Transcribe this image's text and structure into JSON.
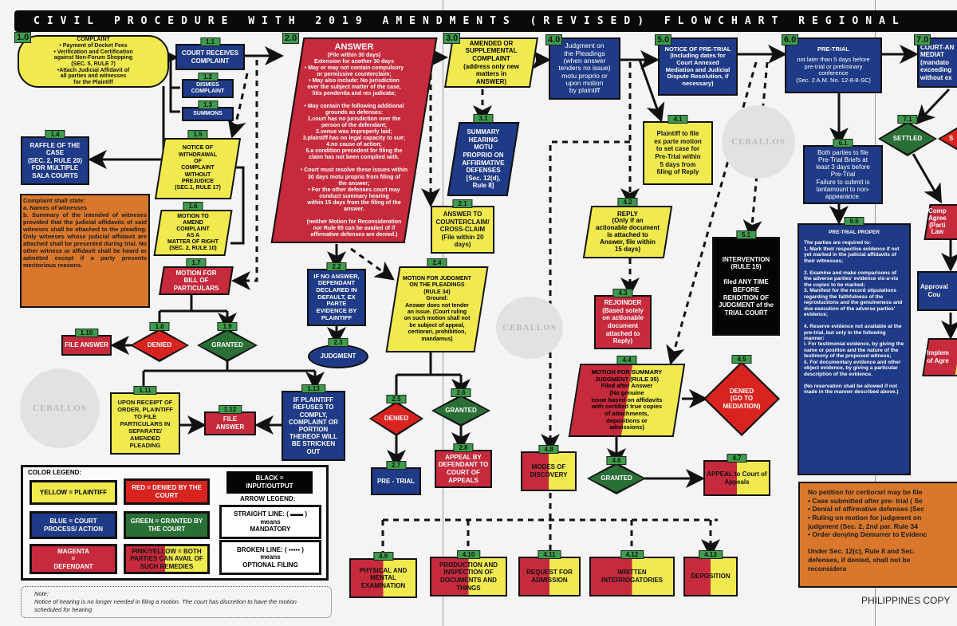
{
  "title": "CIVIL PROCEDURE WITH 2019 AMENDMENTS (REVISED) FLOWCHART REGIONAL",
  "watermark": "CEBALLOS",
  "colors": {
    "plaintiff": "#f1ea4e",
    "court": "#1f3a86",
    "defendant": "#c62a3c",
    "denied": "#d8231f",
    "granted": "#2a6f35",
    "note": "#d9782c",
    "io": "#050505",
    "tag": "#3e9d4c"
  },
  "nodes": {
    "n1_0": {
      "num": "1.0",
      "text": "COMPLAINT\n• Payment of Docket Fees\n• Verification and Certification\nagainst Non-Forum Shopping\n(SEC. 5, RULE 7)\n•Attach Judicial Affidavit of\nall parties and witnesses\nfor the Plaintiff"
    },
    "n1_1": {
      "num": "1.1",
      "text": "COURT RECEIVES\nCOMPLAINT"
    },
    "n1_2": {
      "num": "1.2",
      "text": "DISMISS\nCOMPLAINT"
    },
    "n1_3": {
      "num": "1.3",
      "text": "SUMMONS"
    },
    "n1_4": {
      "num": "1.4",
      "text": "RAFFLE OF THE\nCASE\n(SEC. 2, RULE 20)\nFOR MULTIPLE\nSALA COURTS"
    },
    "n1_5": {
      "num": "1.5",
      "text": "NOTICE OF\nWITHDRAWAL\nOF\nCOMPLAINT\nWITHOUT\nPREJUDICE\n(SEC.1, RULE 17)"
    },
    "n1_6": {
      "num": "1.6",
      "text": "MOTION TO\nAMEND\nCOMPLAINT\nAS A\nMATTER OF RIGHT\n(SEC. 2, RULE 10)"
    },
    "n1_7": {
      "num": "1.7",
      "text": "MOTION FOR\nBILL OF\nPARTICULARS"
    },
    "n1_8": {
      "num": "1.8",
      "text": "DENIED"
    },
    "n1_9": {
      "num": "1.9",
      "text": "GRANTED"
    },
    "n1_10": {
      "num": "1.10",
      "text": "FILE ANSWER"
    },
    "n1_11": {
      "num": "1.11",
      "text": "UPON RECEIPT OF\nORDER, PLAINTIFF\nTO FILE\nPARTICULARS IN\nSEPARATE/\nAMENDED\nPLEADING"
    },
    "n1_12": {
      "num": "1.12",
      "text": "FILE\nANSWER"
    },
    "n1_13": {
      "num": "1.13",
      "text": "IF PLAINTIFF\nREFUSES TO\nCOMPLY,\nCOMPLAINT OR\nPORTION\nTHEREOF WILL\nBE STRICKEN\nOUT"
    },
    "complaint_note": {
      "text": "Complaint shall state:\na. Names of witnesses\nb. Summary of the intended of witneses provided that the judicial affidavits of said witneses shall be attached to the pleading. Only witneses whose judicial affidavit are attached shall be presented during trial. No other witness or affidavit shall be heard or admitted except if a party presents meritorious reasons."
    },
    "n2_0": {
      "num": "2.0",
      "title": "ANSWER",
      "text": "(File within 30 days)\nExtension for another 30 days\n• May or may not contain compulsory\nor permissive counterclaim;\n• May also include: No jurisdiction\nover the subject matter of the case,\nlitis pendentia and res judicata;\n\n• May contain the following additional\ngrounds as defenses:\n1.court has no jurisdiction over the\nperson of the defendant;\n2.venue was improperly laid;\n3.plaintiff has no legal capacity to sue;\n4.no cause of action;\n5.a condition precedent for filing the\nclaim has not been complied with.\n\n• Court must resolve these issues within\n30 days motu proprio from filing of\nthe answer;\n• For the other defenses court may\nconduct summary hearing\nwithin 15 days from the filing of the\nanswer.\n\n(neither Motion for Reconsideration\nnor Rule 65 can be availed of if\naffirmative defenses are denied.)"
    },
    "n2_1": {
      "num": "2.1",
      "text": "ANSWER TO\nCOUNTERCLAIM/\nCROSS-CLAIM\n(File within 20\ndays)"
    },
    "n2_2": {
      "num": "2.2",
      "text": "IF NO ANSWER,\nDEFENDANT\nDECLARED IN\nDEFAULT, EX\nPARTE\nEVIDENCE BY\nPLAINTIFF"
    },
    "n2_3": {
      "num": "2.3",
      "text": "JUDGMENT"
    },
    "n2_4": {
      "num": "2.4",
      "text": "MOTION FOR JUDGMENT\nON THE PLEADINGS\n(RULE 34)\nGround:\nAnswer does not tender\nan issue. (Court ruling\non such motion shall not\nbe subject of appeal,\ncertiorari, prohibition,\nmandamus)"
    },
    "n2_5": {
      "num": "2.5",
      "text": "DENIED"
    },
    "n2_6": {
      "num": "2.6",
      "text": "GRANTED"
    },
    "n2_7": {
      "num": "2.7",
      "text": "PRE - TRIAL"
    },
    "n2_8": {
      "num": "2.8",
      "text": "APPEAL BY\nDEFENDANT TO\nCOURT OF\nAPPEALS"
    },
    "n3_0": {
      "num": "3.0",
      "text": "AMENDED OR\nSUPPLEMENTAL\nCOMPLAINT\n(address only new\nmatters in\nANSWER)"
    },
    "n3_1": {
      "num": "3.1",
      "text": "SUMMARY\nHEARING\nMOTU\nPROPRIO ON\nAFFIRMATIVE\nDEFENSES\n[Sec. 12(d),\nRule 8]"
    },
    "n4_0": {
      "num": "4.0",
      "text": "Judgment on\nthe Pleadings\n(when answer\ntenders no issue)\nmotu proprio or\nupon motion\nby plaintiff"
    },
    "n4_1": {
      "num": "4.1",
      "text": "Plaintiff to file\nex parte motion\nto set case for\nPre-Trial within\n5 days from\nfiling of Reply"
    },
    "n4_2": {
      "num": "4.2",
      "text": "REPLY\n(Only if an\nactionable document\nis attached to\nAnswer, file within\n15 days)"
    },
    "n4_3": {
      "num": "4.3",
      "text": "REJOINDER\n(Based solely\non actionable\ndocument\nattached to\nReply)"
    },
    "n4_4": {
      "num": "4.4",
      "text": "MOTION FOR SUMMARY\nJUDGMENT (RULE 35)\nFiled after Answer\n(No genuine\nissue based on affidavits\nwith certified true copies\nof attachments,\ndepositions or\nadmissions)"
    },
    "n4_5": {
      "num": "4.5",
      "text": "DENIED\n(GO TO\nMEDIATION)"
    },
    "n4_6": {
      "num": "4.6",
      "text": "GRANTED"
    },
    "n4_7": {
      "num": "4.7",
      "text": "APPEAL to Court of\nAppeals"
    },
    "n4_8": {
      "num": "4.8",
      "text": "MODES OF\nDISCOVERY"
    },
    "n4_9": {
      "num": "4.9",
      "text": "PHYSICAL AND\nMENTAL\nEXAMINATION"
    },
    "n4_10": {
      "num": "4.10",
      "text": "PRODUCTION AND\nINSPECTION OF\nDOCUMENTS AND\nTHINGS"
    },
    "n4_11": {
      "num": "4.11",
      "text": "REQUEST FOR\nADMISSION"
    },
    "n4_12": {
      "num": "4.12",
      "text": "WRITTEN\nINTERROGATORIES"
    },
    "n4_13": {
      "num": "4.13",
      "text": "DEPOSITION"
    },
    "n5_0": {
      "num": "5.0",
      "text": "NOTICE OF PRE-TRIAL\n(Including dates for\nCourt Annexed\nMediation and Judicial\nDispute Resolution, if\nnecessary)"
    },
    "n5_1": {
      "num": "5.1",
      "text": "INTERVENTION\n(RULE 19)\n\nfiled ANY TIME\nBEFORE\nRENDITION OF\nJUDGMENT of the\nTRIAL COURT"
    },
    "n6_0": {
      "num": "6.0",
      "title": "PRE-TRIAL",
      "text": "not later than 5 days before\npre-trial or preliminary\nconference\n(Sec. 2 A.M. No. 12-8-8-SC)"
    },
    "n6_1": {
      "num": "6.1",
      "text": "Both parties to file\nPre-Trial Briefs at\nleast 3 days before\nPre-Trial\nFailure to submit is\ntantamount to non-\nappearance."
    },
    "n6_5": {
      "num": "6.5",
      "title": "PRE-TRIAL PROPER",
      "text": "The parties are required to:\n1. Mark their respective evidence if not yet marked in the judicial affidavits of their witnesses;\n\n2. Examine and make comparisons of the adverse parties' evidence vis-a-vis the copies to be marked;\n3. Manifest for the record stipulations regarding the faithfulness of the reproductions and the genuineness and due execution of the adverse parties' evidence;\n\n4. Reserve evidence not available at the pre-trial, but only in the following manner:\ni. For testimonial evidence, by giving the name or position and the nature of the testimony of the proposed witness;\nii. For documentary evidence and other object evidence, by giving a particular description of the evidence.\n\n(No reservation shall be allowed if not made in the manner described above.)"
    },
    "n7_0": {
      "num": "7.0",
      "text": "COURT-AN\nMEDIAT\n(mandato\nexceeding\nwithout ex"
    },
    "n7_1": {
      "num": "7.1",
      "text": "SETTLED"
    },
    "n7_s": {
      "text": "S"
    },
    "n7_2": {
      "text": "Comp\nAgree\n(Parti\nLaw"
    },
    "n7_3": {
      "text": "Approval\nCou"
    },
    "n7_4": {
      "text": "Implem\nof Agre"
    },
    "certiorari_note": {
      "text": "No petition for certiorari may be file\n• Case submitted after pre- trial ( Se\n• Denial of affirmative defenses (Sec\n• Ruling on motion for judgment on\n   judgment (Sec. 2, 2nd par. Rule 34\n• Order denying Demurrer to Evidenc\n\nUnder Sec. 12(c), Rule 8 and Sec.\ndefenses, if denied, shall not be\nreconsidera"
    }
  },
  "legend": {
    "title": "COLOR LEGEND:",
    "yellow": "YELLOW = PLAINTIFF",
    "red": "RED = DENIED BY THE\nCOURT",
    "black": "BLACK =\nINPUT/OUTPUT",
    "blue": "BLUE = COURT\nPROCESS/ ACTION",
    "green": "GREEN = GRANTED BY\nTHE COURT",
    "magenta": "MAGENTA\n=\nDEFENDANT",
    "pink_yellow": "PINK/YELLOW = BOTH\nPARTIES CAN AVAIL OF\nSUCH REMEDIES",
    "arrow_title": "ARROW LEGEND:",
    "straight": "STRAIGHT LINE: ( ▬▬ )\nmeans\nMANDATORY",
    "broken": "BROKEN LINE: ( ▪▪▪▪▪ )\nmeans\nOPTIONAL FILING"
  },
  "note": {
    "label": "Note:",
    "text": "Notice of hearing is no longer needed in filing a motion. The court has discretion  to have the motion scheduled for hearing"
  },
  "footer": "PHILIPPINES COPY"
}
